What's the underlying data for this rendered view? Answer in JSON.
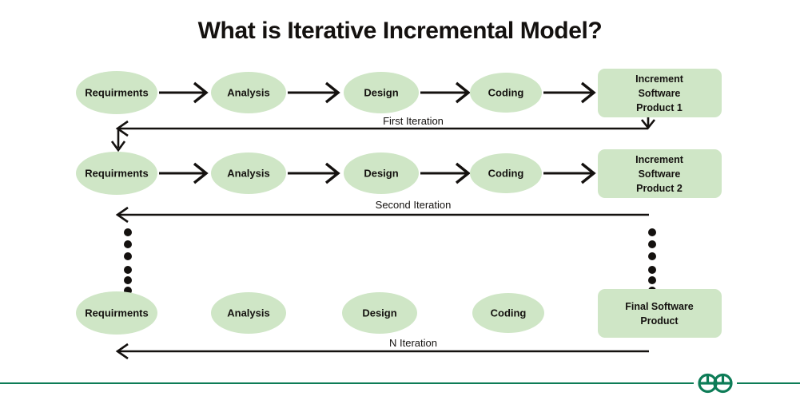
{
  "page": {
    "title": "What is Iterative Incremental Model?",
    "background_color": "#ffffff",
    "node_fill_color": "#cfe6c6",
    "stroke_color": "#14110f",
    "brand_color": "#0d7c57"
  },
  "diagram": {
    "type": "flow",
    "stage_labels": [
      "Requirments",
      "Analysis",
      "Design",
      "Coding"
    ],
    "rows": [
      {
        "id": "row-1",
        "stages": [
          "Requirments",
          "Analysis",
          "Design",
          "Coding"
        ],
        "has_stage_arrows": true,
        "output": {
          "lines": [
            "Increment",
            "Software",
            "Product 1"
          ],
          "text": "Increment Software Product 1"
        },
        "feedback": {
          "label": "First Iteration",
          "direction": "right-to-left",
          "has_drop_arrow": true
        }
      },
      {
        "id": "row-2",
        "stages": [
          "Requirments",
          "Analysis",
          "Design",
          "Coding"
        ],
        "has_stage_arrows": true,
        "output": {
          "lines": [
            "Increment",
            "Software",
            "Product 2"
          ],
          "text": "Increment Software Product 2"
        },
        "feedback": {
          "label": "Second Iteration",
          "direction": "right-to-left",
          "has_drop_arrow": false
        }
      },
      {
        "id": "row-n",
        "stages": [
          "Requirments",
          "Analysis",
          "Design",
          "Coding"
        ],
        "has_stage_arrows": false,
        "output": {
          "lines": [
            "Final Software",
            "Product"
          ],
          "text": "Final Software Product"
        },
        "feedback": {
          "label": "N Iteration",
          "direction": "right-to-left",
          "has_drop_arrow": false
        }
      }
    ],
    "ellipsis": {
      "dot_count": 6,
      "columns": [
        "left",
        "right"
      ]
    }
  },
  "footer": {
    "logo_name": "geeksforgeeks-logo",
    "logo_alt": "GeeksforGeeks"
  }
}
